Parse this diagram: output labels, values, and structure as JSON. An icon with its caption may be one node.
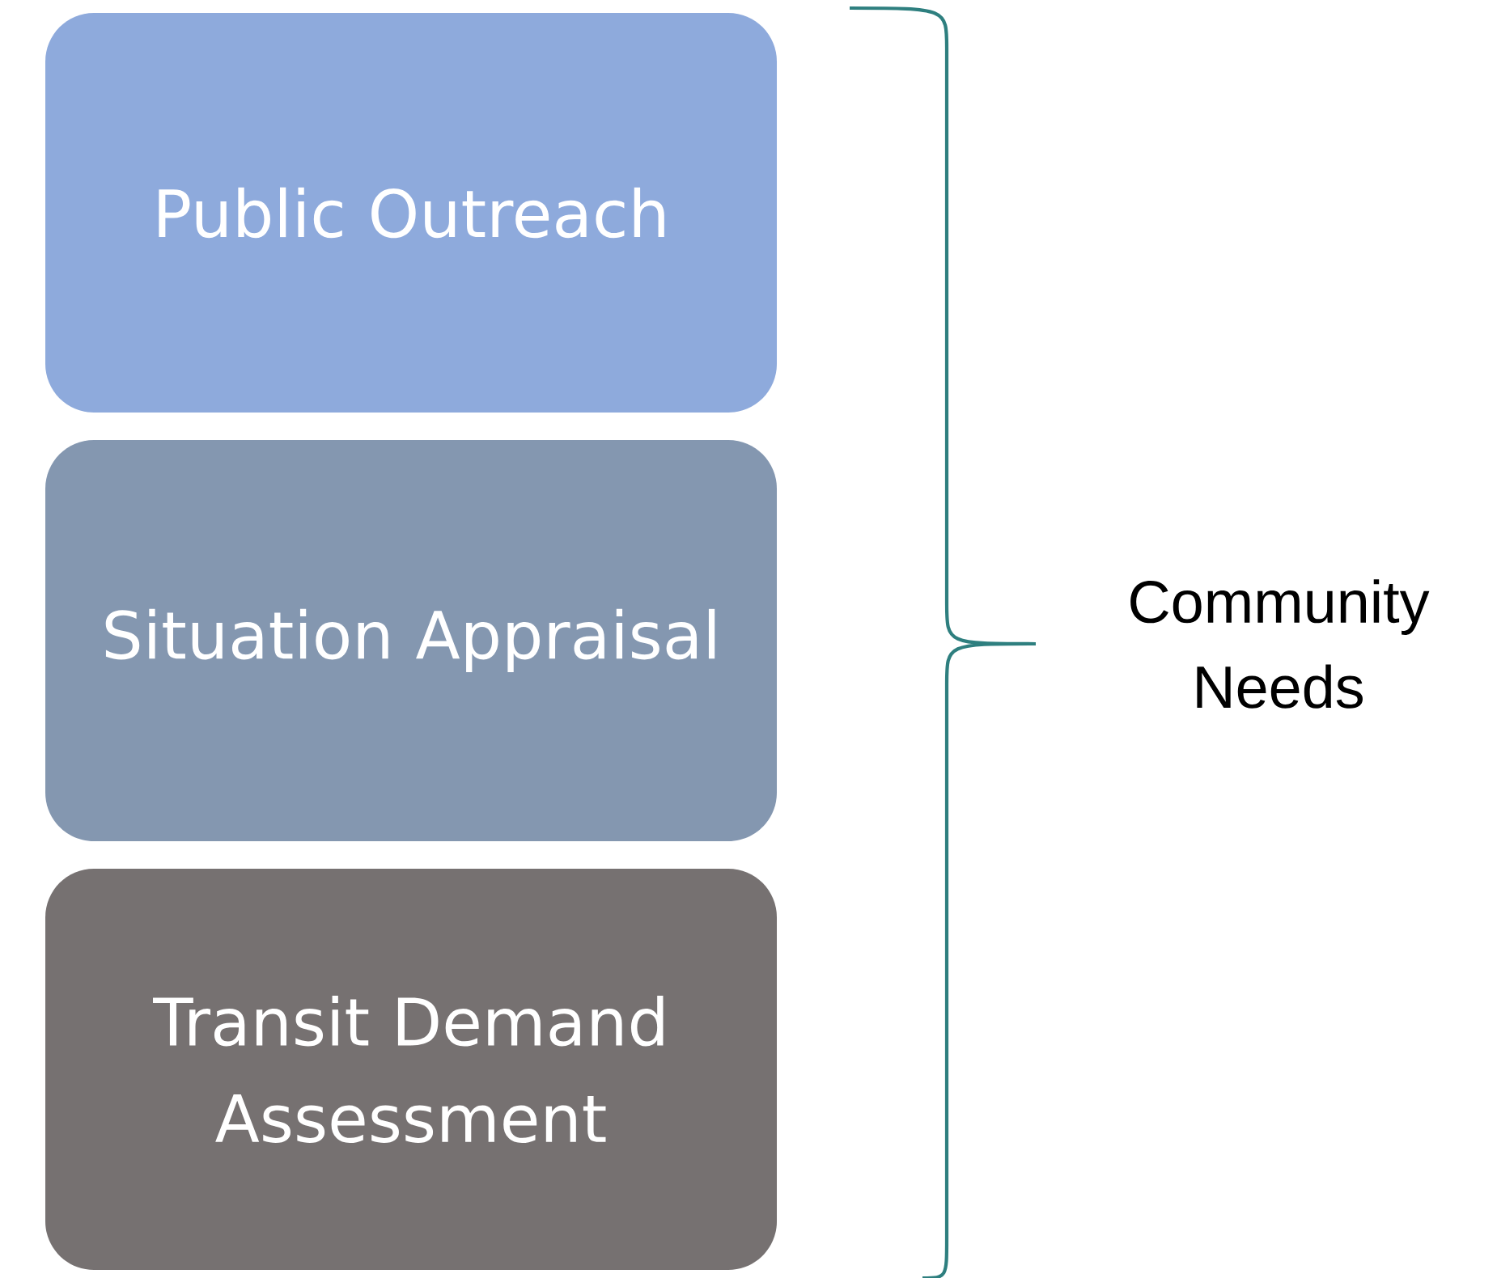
{
  "diagram": {
    "nodes": [
      {
        "text": [
          "Public Outreach"
        ]
      },
      {
        "text": [
          "Situation Appraisal"
        ]
      },
      {
        "text": [
          "Transit Demand Assessment"
        ]
      }
    ],
    "labels": [
      "Community Needs"
    ]
  }
}
